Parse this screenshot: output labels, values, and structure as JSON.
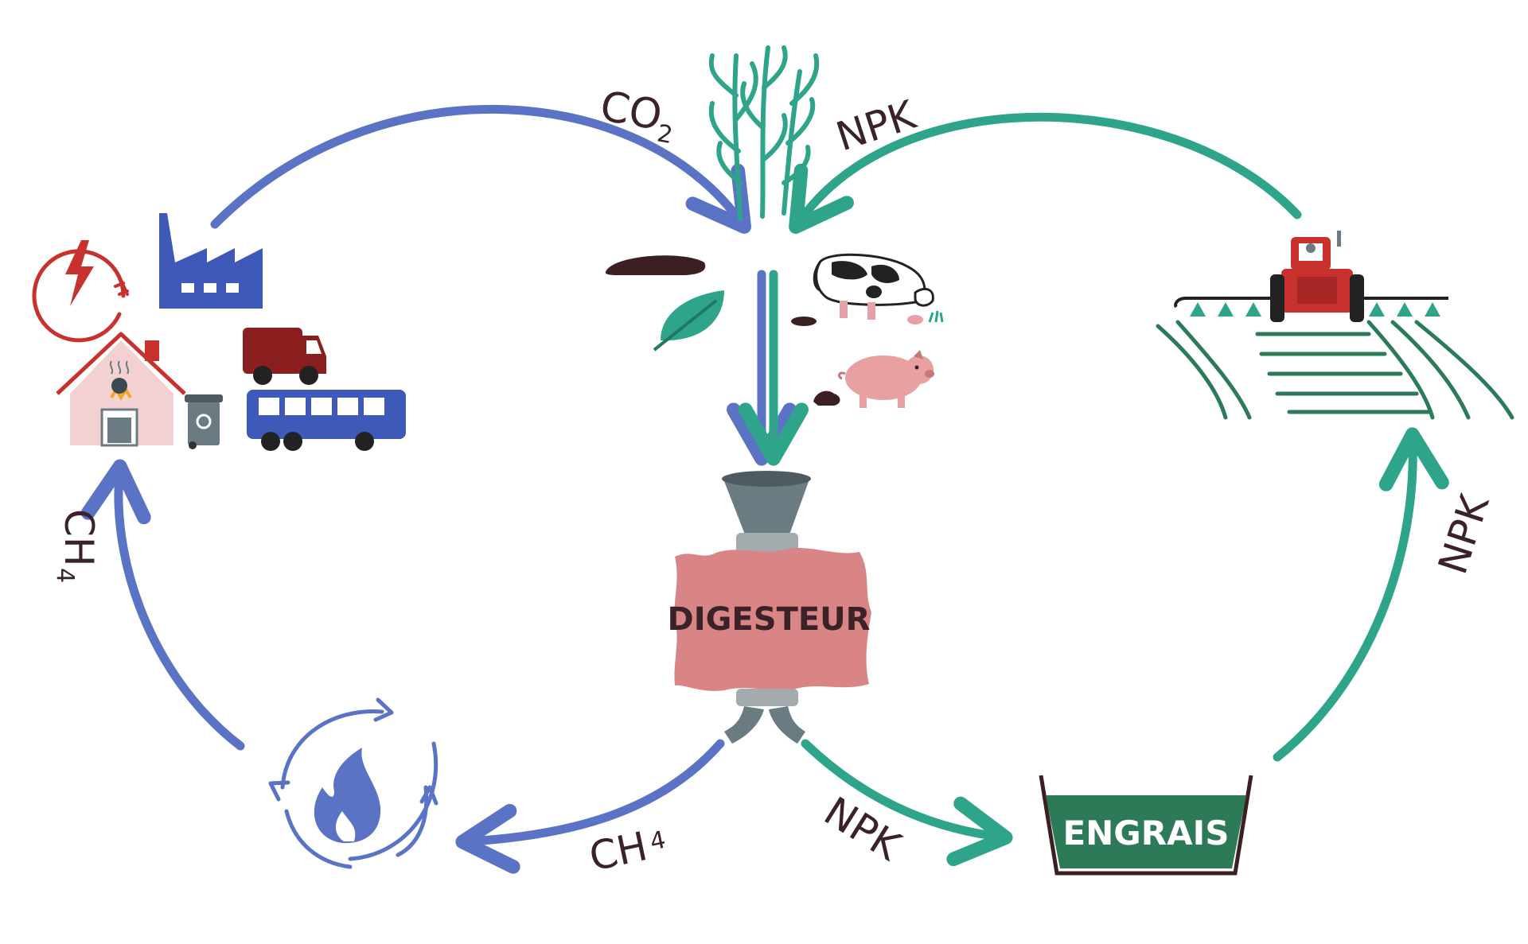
{
  "diagram": {
    "center_label": "DIGESTEUR",
    "engrais_label": "ENGRAIS",
    "labels": {
      "co2_top": "CO",
      "co2_sub": "2",
      "npk_top": "NPK",
      "ch4_left": "CH",
      "ch4_left_sub": "4",
      "ch4_bottom": "CH",
      "ch4_bottom_sub": "4",
      "npk_bottom": "NPK",
      "npk_right": "NPK"
    },
    "colors": {
      "blue": "#5b73c4",
      "green": "#2ea58a",
      "digester": "#d98585",
      "grey": "#6b7b82",
      "engrais": "#2d7a58",
      "red": "#c8322e",
      "label": "#3a2228"
    }
  }
}
